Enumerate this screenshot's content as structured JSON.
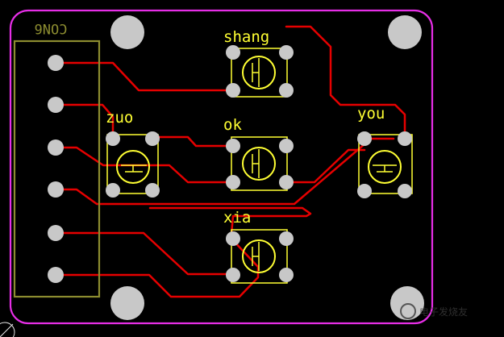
{
  "colors": {
    "background": "#000000",
    "board_outline": "#e62ee6",
    "header_outline": "#8c8c30",
    "silkscreen": "#ffff33",
    "copper_trace": "#e60000",
    "pad": "#c8c8c8",
    "mounting_hole": "#c8c8c8"
  },
  "connector": {
    "label": "CON6",
    "pin_count": 6
  },
  "switches": [
    {
      "id": "shang",
      "label": "shang"
    },
    {
      "id": "zuo",
      "label": "zuo"
    },
    {
      "id": "ok",
      "label": "ok"
    },
    {
      "id": "you",
      "label": "you"
    },
    {
      "id": "xia",
      "label": "xia"
    }
  ],
  "watermark": {
    "text": "电子发烧友"
  }
}
